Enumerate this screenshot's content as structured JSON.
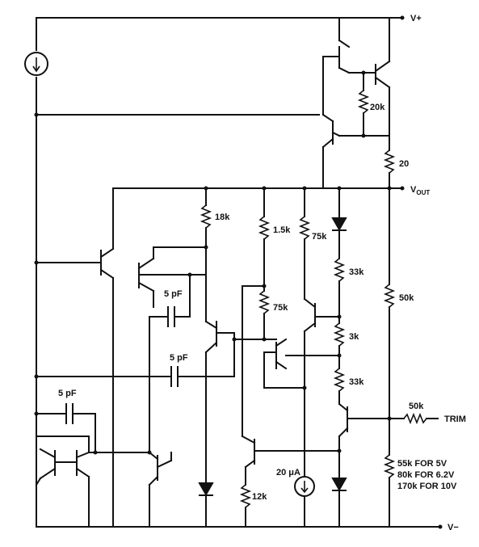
{
  "rails": {
    "vplus": "V+",
    "vminus": "V−",
    "vout": "V",
    "vout_sub": "OUT",
    "trim": "TRIM"
  },
  "resistors": {
    "r_20k": "20k",
    "r_20": "20",
    "r_18k": "18k",
    "r_1_5k": "1.5k",
    "r_75k_a": "75k",
    "r_75k_b": "75k",
    "r_33k_a": "33k",
    "r_3k": "3k",
    "r_33k_b": "33k",
    "r_50k": "50k",
    "r_50k_trim": "50k",
    "r_12k": "12k"
  },
  "capacitors": {
    "c1": "5 pF",
    "c2": "5 pF",
    "c3": "5 pF"
  },
  "sources": {
    "i_20ua": "20 μA"
  },
  "notes": {
    "line1": "55k FOR 5V",
    "line2": "80k FOR 6.2V",
    "line3": "170k FOR 10V"
  }
}
